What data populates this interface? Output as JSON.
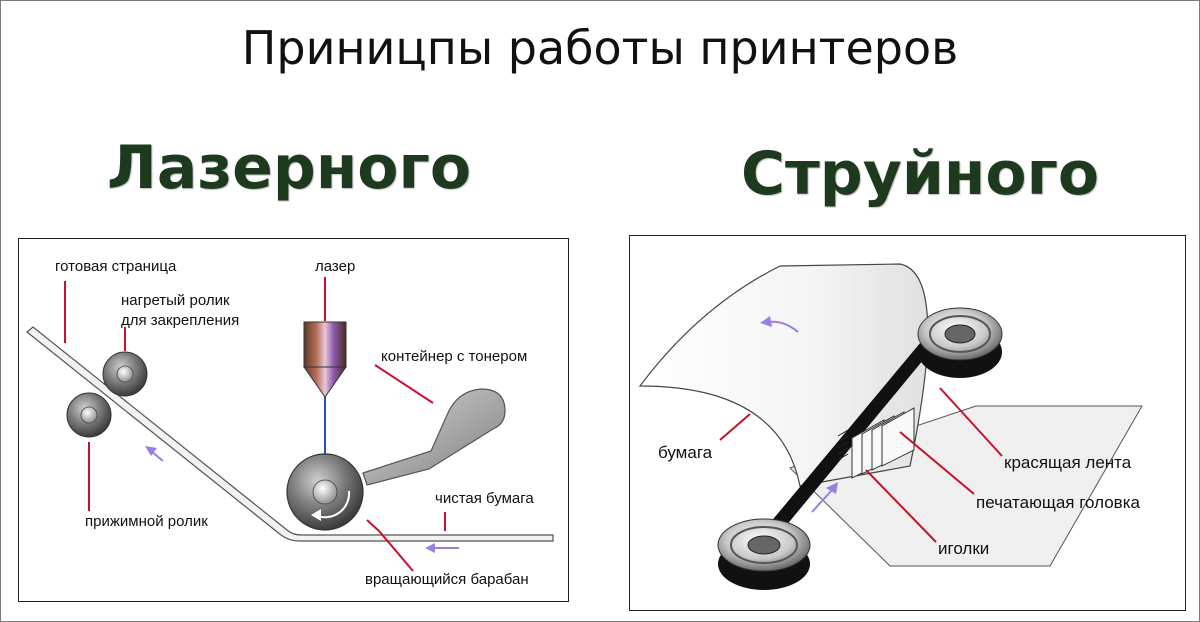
{
  "title": "Приницпы работы принтеров",
  "laser": {
    "heading": "Лазерного",
    "labels": {
      "finished_page": "готовая страница",
      "heated_roller_1": "нагретый ролик",
      "heated_roller_2": "для закрепления",
      "laser": "лазер",
      "toner_container": "контейнер с тонером",
      "clean_paper": "чистая бумага",
      "pressure_roller": "прижимной ролик",
      "rotating_drum": "вращающийся барабан"
    }
  },
  "inkjet": {
    "heading": "Струйного",
    "labels": {
      "paper": "бумага",
      "ink_ribbon": "красящая лента",
      "print_head": "печатающая головка",
      "needles": "иголки"
    }
  },
  "colors": {
    "heading": "#1e3a1e",
    "pointer_lines": "#c8102e",
    "arrows": "#9a7ee0",
    "laser_beam": "#1f4fd8"
  }
}
